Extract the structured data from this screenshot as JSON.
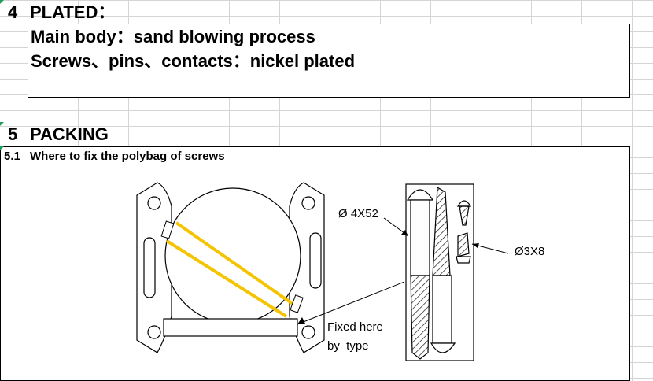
{
  "section4": {
    "number": "4",
    "title": "PLATED：",
    "lines": [
      "Main body：sand blowing process",
      "Screws、pins、contacts：nickel plated"
    ]
  },
  "section5": {
    "number": "5",
    "title": "PACKING",
    "sub_number": "5.1",
    "sub_title": "Where to fix the polybag of screws"
  },
  "diagram": {
    "label_big_screw": "Ø 4X52",
    "label_small_screw": "Ø3X8",
    "fixed_here_line1": "Fixed here",
    "fixed_here_line2": "by  type",
    "tape_color": "#f5c400"
  }
}
